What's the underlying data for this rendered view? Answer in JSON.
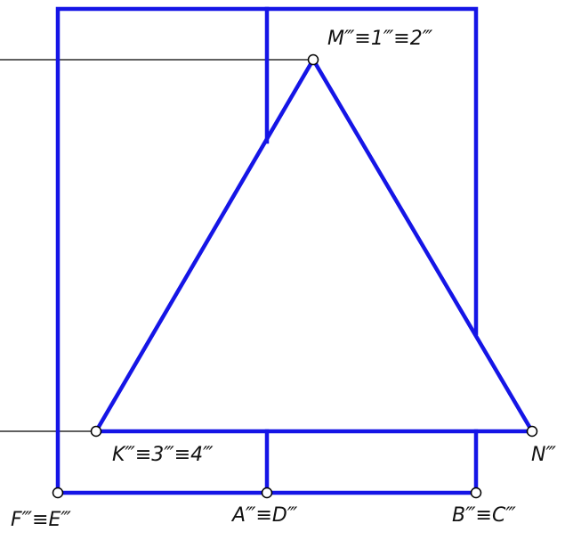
{
  "colors": {
    "primary_lines": "#1515e6",
    "projection_lines": "#000000",
    "point_markers": "#ffffff",
    "labels": "#111111"
  },
  "labels": {
    "M": "M‴≡1‴≡2‴",
    "K": "K‴≡3‴≡4‴",
    "N": "N‴",
    "F": "F‴≡E‴",
    "A": "A‴≡D‴",
    "B": "B‴≡C‴"
  }
}
